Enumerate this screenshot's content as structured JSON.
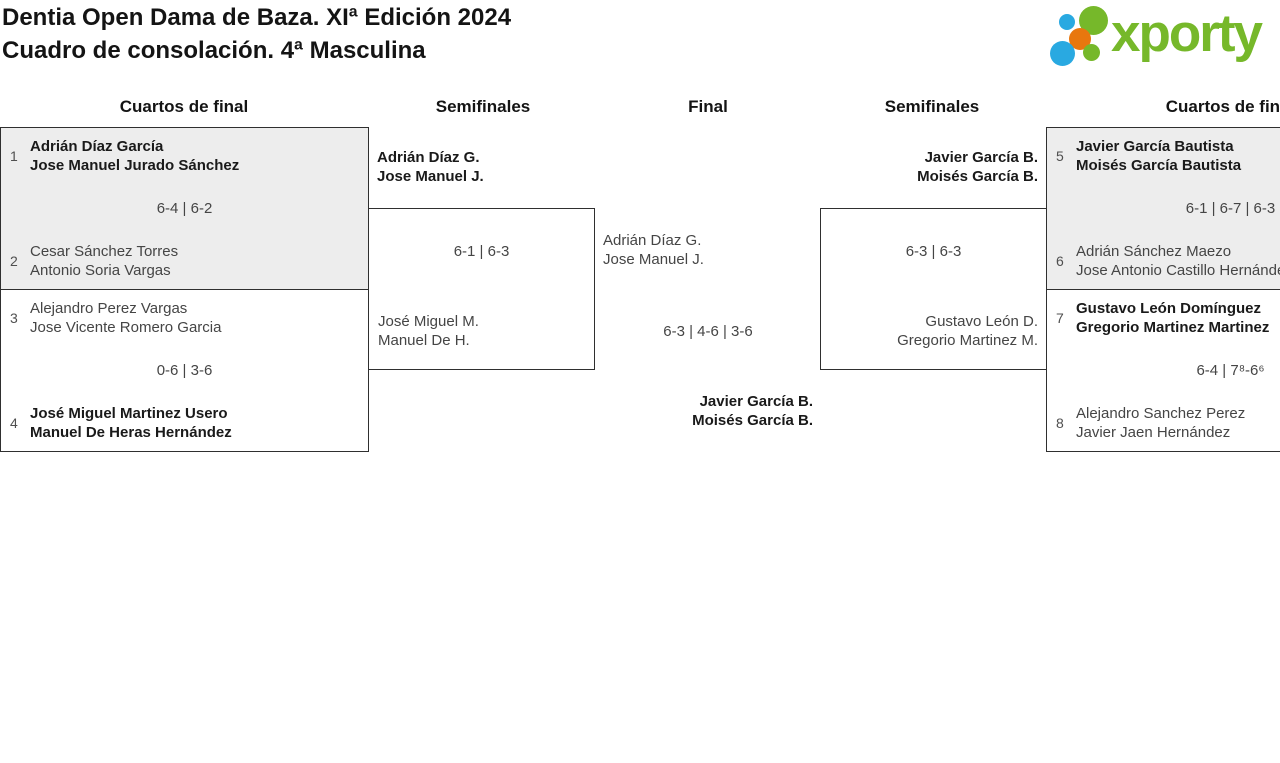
{
  "header": {
    "title_line1": "Dentia Open Dama de Baza. XIª Edición 2024",
    "title_line2": "Cuadro de consolación. 4ª Masculina"
  },
  "logo": {
    "text": "xporty",
    "green": "#76b82a",
    "blue": "#29a9e1",
    "orange": "#e8770e"
  },
  "round_labels": {
    "qf_left": "Cuartos de final",
    "sf_left": "Semifinales",
    "final": "Final",
    "sf_right": "Semifinales",
    "qf_right": "Cuartos de final"
  },
  "matches": {
    "qf1": {
      "seed_top": "1",
      "top_player1": "Adrián Díaz García",
      "top_player2": "Jose Manuel Jurado Sánchez",
      "score": "6-4 | 6-2",
      "seed_bottom": "2",
      "bottom_player1": "Cesar Sánchez Torres",
      "bottom_player2": "Antonio Soria Vargas",
      "winner": "top"
    },
    "qf2": {
      "seed_top": "3",
      "top_player1": "Alejandro Perez Vargas",
      "top_player2": "Jose Vicente Romero Garcia",
      "score": "0-6 | 3-6",
      "seed_bottom": "4",
      "bottom_player1": "José Miguel Martinez Usero",
      "bottom_player2": "Manuel De Heras Hernández",
      "winner": "bottom"
    },
    "sf1": {
      "top_player1": "Adrián Díaz G.",
      "top_player2": "Jose Manuel J.",
      "score": "6-1 | 6-3",
      "bottom_player1": "José Miguel M.",
      "bottom_player2": "Manuel De H.",
      "winner": "top"
    },
    "final": {
      "top_player1": "Adrián Díaz G.",
      "top_player2": "Jose Manuel J.",
      "score": "6-3 | 4-6 | 3-6",
      "bottom_player1": "Javier García B.",
      "bottom_player2": "Moisés García B.",
      "winner": "bottom"
    },
    "sf2": {
      "top_player1": "Javier García B.",
      "top_player2": "Moisés García B.",
      "score": "6-3 | 6-3",
      "bottom_player1": "Gustavo León D.",
      "bottom_player2": "Gregorio Martinez M.",
      "winner": "top"
    },
    "qf3": {
      "seed_top": "5",
      "top_player1": "Javier García Bautista",
      "top_player2": "Moisés García Bautista",
      "score": "6-1 | 6-7 | 6-3",
      "seed_bottom": "6",
      "bottom_player1": "Adrián Sánchez Maezo",
      "bottom_player2": "Jose Antonio Castillo Hernández",
      "winner": "top"
    },
    "qf4": {
      "seed_top": "7",
      "top_player1": "Gustavo León Domínguez",
      "top_player2": "Gregorio Martinez Martinez",
      "score": "6-4 | 7⁸-6⁶",
      "seed_bottom": "8",
      "bottom_player1": "Alejandro Sanchez Perez",
      "bottom_player2": "Javier Jaen Hernández",
      "winner": "top"
    }
  }
}
